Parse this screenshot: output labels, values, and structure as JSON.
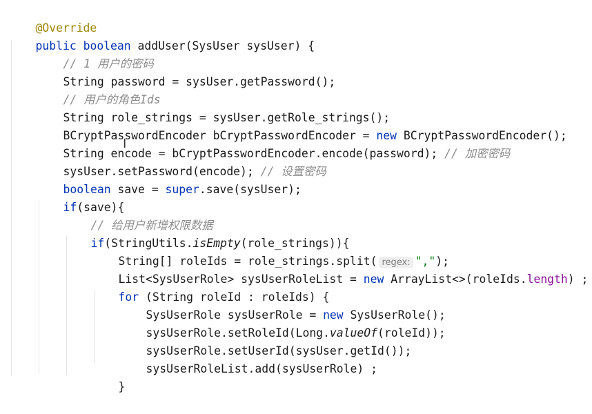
{
  "code": {
    "l1": {
      "annotation": "@Override"
    },
    "l2": {
      "kw_public": "public",
      "kw_boolean": "boolean",
      "rest": " addUser(SysUser sysUser) {"
    },
    "l3": {
      "comment": "// 1 用户的密码"
    },
    "l4": {
      "text": "String password = sysUser.getPassword();"
    },
    "l5": {
      "comment": "// 用户的角色Ids"
    },
    "l6": {
      "text": "String role_strings = sysUser.getRole_strings();"
    },
    "l7": {
      "pre": "BCryptPasswordEncoder bCryptPasswordEncoder = ",
      "kw_new": "new",
      "post": " BCryptPasswordEncoder();"
    },
    "l8": {
      "text": "String encode = bCryptPasswordEncoder.encode(password); ",
      "comment": "// 加密密码"
    },
    "l9": {
      "text": "sysUser.setPassword(encode); ",
      "comment": "// 设置密码"
    },
    "l10": {
      "kw_boolean": "boolean",
      "mid": " save = ",
      "kw_super": "super",
      "post": ".save(sysUser);"
    },
    "l11": {
      "kw_if": "if",
      "post": "(save){"
    },
    "l12": {
      "comment": "// 给用户新增权限数据"
    },
    "l13": {
      "kw_if": "if",
      "pre": "(StringUtils.",
      "static_call": "isEmpty",
      "post": "(role_strings)){"
    },
    "l14": {
      "pre": "String[] roleIds = role_strings.split(",
      "hint": "regex:",
      "string": "\",\"",
      "post": ");"
    },
    "l15": {
      "pre": "List<SysUserRole> sysUserRoleList = ",
      "kw_new": "new",
      "mid": " ArrayList<>(roleIds.",
      "field": "length",
      "post": ") ;"
    },
    "l16": {
      "kw_for": "for",
      "post": " (String roleId : roleIds) {"
    },
    "l17": {
      "pre": "SysUserRole sysUserRole = ",
      "kw_new": "new",
      "post": " SysUserRole();"
    },
    "l18": {
      "pre": "sysUserRole.setRoleId(Long.",
      "static_call": "valueOf",
      "post": "(roleId));"
    },
    "l19": {
      "text": "sysUserRole.setUserId(sysUser.getId());"
    },
    "l20": {
      "text": "sysUserRoleList.add(sysUserRole) ;"
    },
    "l21": {
      "text": "}"
    }
  }
}
